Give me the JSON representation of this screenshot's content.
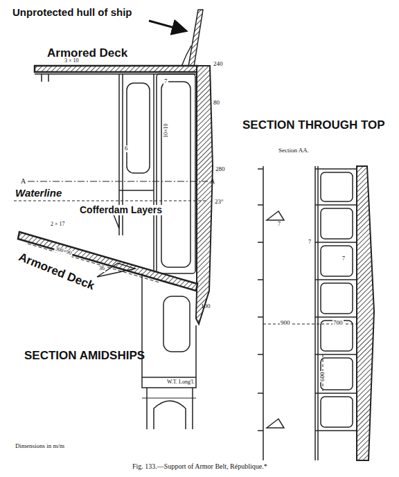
{
  "diagram": {
    "caption": "Fig. 133.—Support of Armor Belt, République.*",
    "labels": [
      "Unprotected hull of ship",
      "Armored Deck",
      "3 × 10",
      "240",
      "80",
      "10×10",
      "7",
      "6",
      "A",
      "A",
      "280",
      "Waterline",
      "23°",
      "2 × 17",
      "Cofferdam Layers",
      "300×90",
      "36",
      "Armored Deck",
      "100",
      "SECTION AMIDSHIPS",
      "W.T. Long'l.",
      "SECTION THROUGH TOP",
      "Section AA.",
      "7",
      "7",
      "7",
      "900",
      "700",
      "600",
      "Dimensions in m/m"
    ]
  }
}
